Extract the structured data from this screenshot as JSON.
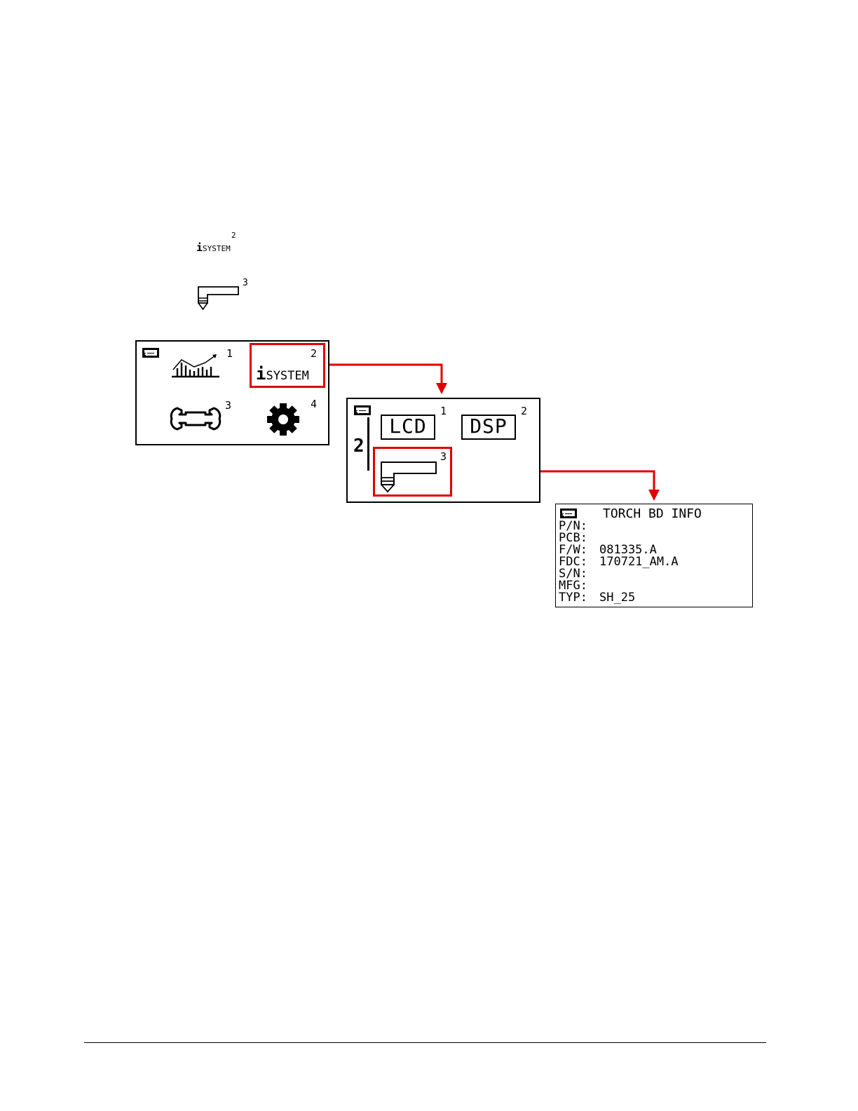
{
  "legend": {
    "system_icon": {
      "i": "i",
      "label": "SYSTEM",
      "num": "2"
    },
    "torch_icon": {
      "num": "3"
    }
  },
  "main_menu": {
    "items": [
      {
        "num": "1",
        "icon": "graph-icon"
      },
      {
        "num": "2",
        "i": "i",
        "label": "SYSTEM"
      },
      {
        "num": "3",
        "icon": "wrench-icon"
      },
      {
        "num": "4",
        "icon": "gear-icon"
      }
    ]
  },
  "system_menu": {
    "level": "2",
    "items": [
      {
        "num": "1",
        "label": "LCD"
      },
      {
        "num": "2",
        "label": "DSP"
      },
      {
        "num": "3",
        "icon": "torch-icon"
      }
    ]
  },
  "torch_info": {
    "title": "TORCH BD INFO",
    "rows": [
      {
        "key": "P/N:",
        "value": ""
      },
      {
        "key": "PCB:",
        "value": ""
      },
      {
        "key": "F/W:",
        "value": "081335.A"
      },
      {
        "key": "FDC:",
        "value": "170721_AM.A"
      },
      {
        "key": "S/N:",
        "value": ""
      },
      {
        "key": "MFG:",
        "value": ""
      },
      {
        "key": "TYP:",
        "value": "SH_25"
      }
    ]
  },
  "colors": {
    "highlight": "#e00000",
    "arrow": "#e00000"
  }
}
